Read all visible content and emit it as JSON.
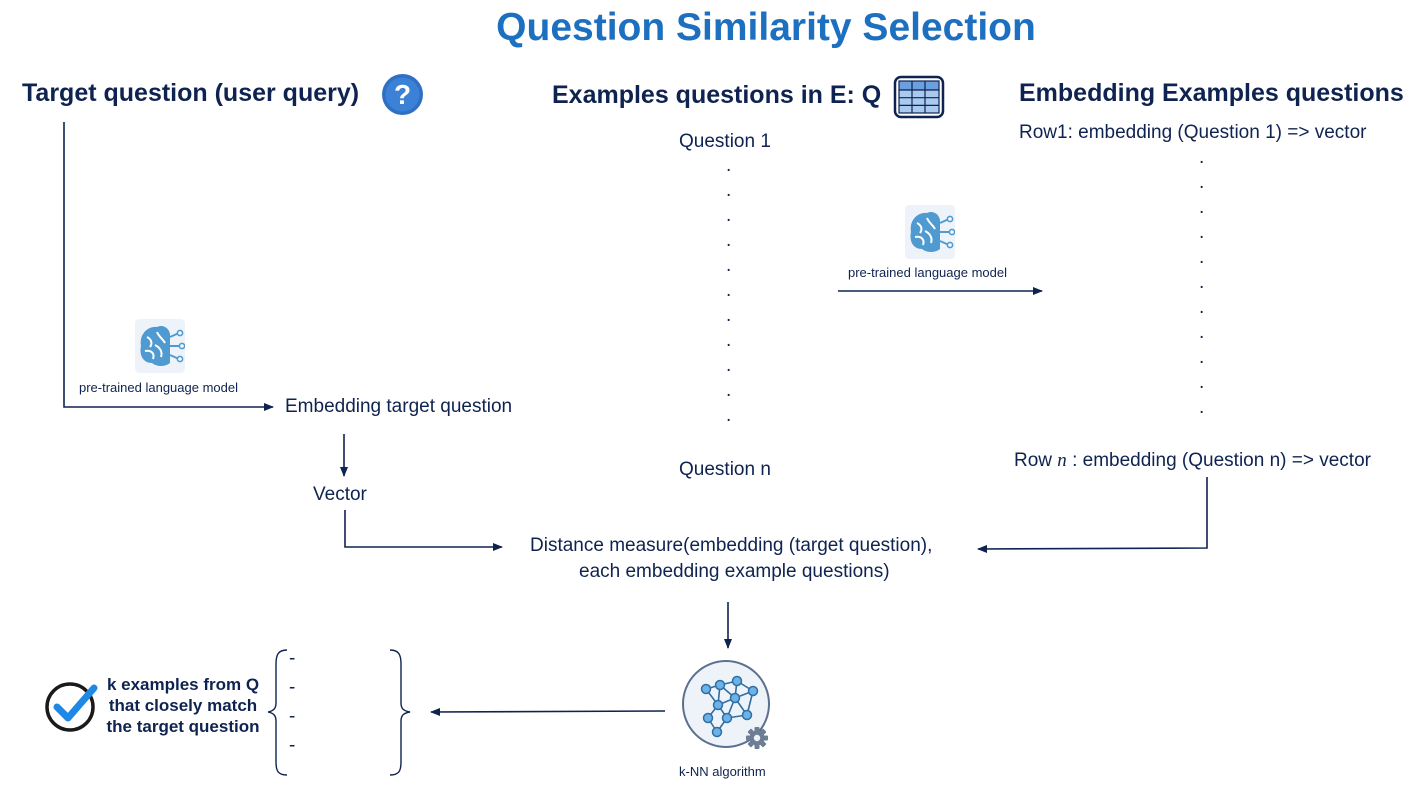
{
  "title": "Question Similarity Selection",
  "target": {
    "heading": "Target question (user query)",
    "icon": "question-mark-icon"
  },
  "examples": {
    "heading": "Examples questions in E: Q",
    "icon": "table-icon",
    "first": "Question 1",
    "last": "Question n",
    "dots": [
      ".",
      ".",
      ".",
      ".",
      ".",
      ".",
      ".",
      ".",
      ".",
      ".",
      "."
    ]
  },
  "embedding_examples": {
    "heading": "Embedding Examples questions",
    "row1": "Row1: embedding (Question 1) => vector",
    "rown_prefix": "Row ",
    "rown_var": "n",
    "rown_suffix": " : embedding (Question n) => vector",
    "dots": [
      ".",
      ".",
      ".",
      ".",
      ".",
      ".",
      ".",
      ".",
      ".",
      ".",
      "."
    ]
  },
  "model_left": {
    "label": "pre-trained language model",
    "icon": "brain-network-icon"
  },
  "model_mid": {
    "label": "pre-trained language model",
    "icon": "brain-network-icon"
  },
  "embedding_target": "Embedding target question",
  "vector": "Vector",
  "distance": {
    "line1": "Distance measure(embedding (target question),",
    "line2": "each embedding example questions)"
  },
  "knn": {
    "label": "k-NN algorithm",
    "icon": "neural-network-gear-icon"
  },
  "result": {
    "line1": "k examples from Q",
    "line2": "that closely match",
    "line3": "the target question",
    "icon": "checkmark-circle-icon",
    "items": [
      "-",
      "-",
      "-",
      "-"
    ]
  },
  "colors": {
    "title": "#1d6fbf",
    "text": "#0f2350",
    "line": "#0f2350",
    "icon_blue": "#2f6fc4",
    "brain_blue": "#3d8fc9"
  }
}
